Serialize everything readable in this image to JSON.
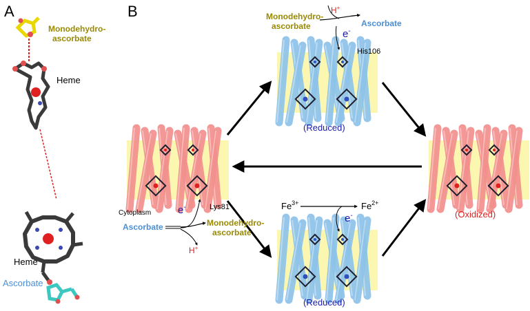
{
  "panels": {
    "a": "A",
    "b": "B"
  },
  "panel_a": {
    "top_ligand": "Monodehydro-\nascorbate",
    "heme_top": "Heme",
    "heme_bottom": "Heme",
    "bottom_ligand": "Ascorbate"
  },
  "top_state": {
    "reactant": "Monodehydro-\nascorbate",
    "product": "Ascorbate",
    "proton": "H",
    "proton_charge": "+",
    "electron": "e",
    "electron_charge": "-",
    "residue": "His106",
    "state": "(Reduced)"
  },
  "left_state": {
    "compartment": "Cytoplasm",
    "residue": "Lys81",
    "electron": "e",
    "electron_charge": "-",
    "reactant": "Ascorbate",
    "product": "Monodehydro-\nascorbate",
    "proton": "H",
    "proton_charge": "+"
  },
  "bottom_state": {
    "reactant": "Fe",
    "reactant_charge": "3+",
    "product": "Fe",
    "product_charge": "2+",
    "electron": "e",
    "electron_charge": "-",
    "state": "(Reduced)"
  },
  "right_state": {
    "state": "(Oxidized)"
  },
  "colors": {
    "membrane": "#fbf7b0",
    "reduced_helix": "#8ec3ea",
    "oxidized_helix": "#f2908e",
    "olive_text": "#9a8a00",
    "blue_text": "#4a8fd6",
    "red_text": "#e02020",
    "navy_text": "#1a1aa8"
  }
}
